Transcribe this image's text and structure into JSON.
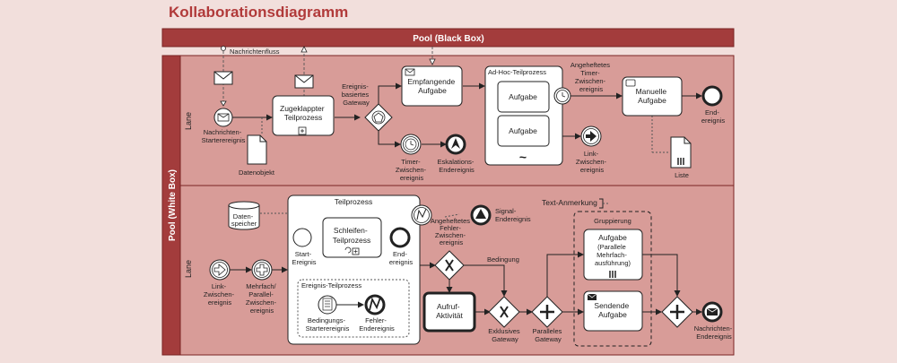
{
  "page_title": "Kollaborationsdiagramm",
  "black_box_pool": "Pool (Black Box)",
  "white_box_pool": "Pool (White Box)",
  "lanes": [
    "Lane",
    "Lane"
  ],
  "message_flow": "Nachrichtenfluss",
  "upper": {
    "message_start": [
      "Nachrichten-",
      "Starterereignis"
    ],
    "collapsed_subprocess": [
      "Zugeklappter",
      "Teilprozess"
    ],
    "data_object": "Datenobjekt",
    "event_gateway": [
      "Ereignis-",
      "basiertes",
      "Gateway"
    ],
    "receive_task": [
      "Empfangende",
      "Aufgabe"
    ],
    "timer_intermediate": [
      "Timer-",
      "Zwischen-",
      "ereignis"
    ],
    "escalation_end": [
      "Eskalations-",
      "Endereignis"
    ],
    "adhoc_title": "Ad-Hoc-Teilprozess",
    "adhoc_task_1": "Aufgabe",
    "adhoc_task_2": "Aufgabe",
    "adhoc_marker": "~",
    "attached_timer": [
      "Angeheftetes",
      "Timer-",
      "Zwischen-",
      "ereignis"
    ],
    "link_intermediate": [
      "Link-",
      "Zwischen-",
      "ereignis"
    ],
    "manual_task": [
      "Manuelle",
      "Aufgabe"
    ],
    "end_event": [
      "End-",
      "ereignis"
    ],
    "list": "Liste"
  },
  "lower": {
    "datastore": [
      "Daten-",
      "speicher"
    ],
    "subprocess_title": "Teilprozess",
    "loop_subprocess": [
      "Schleifen-",
      "Teilprozess"
    ],
    "start_event": [
      "Start-",
      "Ereignis"
    ],
    "end_event": [
      "End-",
      "ereignis"
    ],
    "attached_error": [
      "Angeheftetes",
      "Fehler-",
      "Zwischen-",
      "ereignis"
    ],
    "signal_end": [
      "Signal-",
      "Endereignis"
    ],
    "link_intermediate": [
      "Link-",
      "Zwischen-",
      "ereignis"
    ],
    "parallel_multiple": [
      "Mehrfach/",
      "Parallel-",
      "Zwischen-",
      "ereignis"
    ],
    "event_subprocess_title": "Ereignis-Teilprozess",
    "conditional_start": [
      "Bedingungs-",
      "Starterereignis"
    ],
    "error_end": [
      "Fehler-",
      "Endereignis"
    ],
    "condition": "Bedingung",
    "call_activity": [
      "Aufruf-",
      "Aktivität"
    ],
    "exclusive_gateway": [
      "Exklusives",
      "Gateway"
    ],
    "parallel_gateway": [
      "Paralleles",
      "Gateway"
    ],
    "text_annotation": "Text-Anmerkung",
    "group": "Gruppierung",
    "mi_task": [
      "Aufgabe",
      "(Parallele",
      "Mehrfach-",
      "ausführung)"
    ],
    "send_task": [
      "Sendende",
      "Aufgabe"
    ],
    "message_end": [
      "Nachrichten-",
      "Endereignis"
    ]
  },
  "colors": {
    "pool_header": "#a33c3c",
    "lane_bg": "#d89c98",
    "title": "#b13a3a",
    "page_bg": "#f2dfdc"
  }
}
